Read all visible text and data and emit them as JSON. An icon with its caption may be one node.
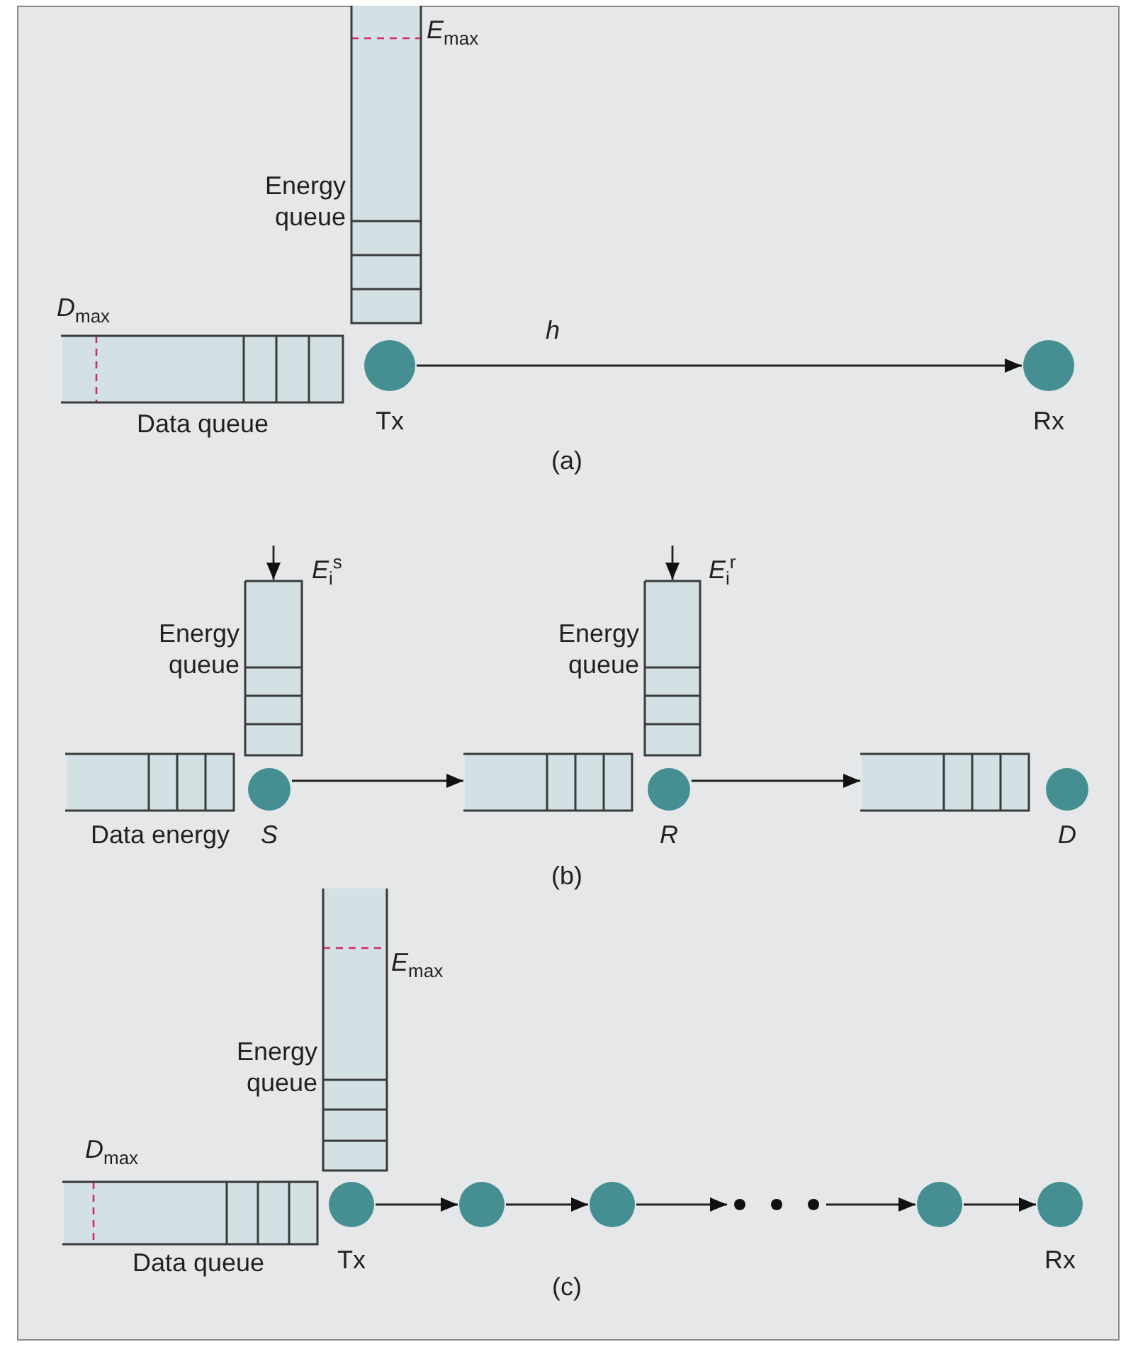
{
  "diagram": {
    "nodes": [
      {
        "text": [
          "Energy queue"
        ],
        "beside": [
          "*E*$_{max}$"
        ]
      },
      {
        "text": [
          "Data queue"
        ],
        "beside": [
          "*D*$_{max}$"
        ]
      },
      {
        "text": [
          "Tx"
        ]
      },
      {
        "text": [
          "Rx"
        ]
      },
      {
        "text": [
          "Energy queue"
        ]
      },
      {
        "text": [
          "Data energy"
        ]
      },
      {
        "text": [
          "S"
        ]
      },
      {
        "text": [
          "Energy queue"
        ]
      },
      {
        "text": [],
        "shape": "box"
      },
      {
        "text": [
          "R"
        ]
      },
      {
        "text": [],
        "shape": "box"
      },
      {
        "text": [
          "D"
        ]
      },
      {
        "text": [
          "Energy queue"
        ],
        "beside": [
          "*E*$_{max}$"
        ]
      },
      {
        "text": [
          "Data queue"
        ],
        "beside": [
          "*D*$_{max}$"
        ]
      },
      {
        "text": [
          "Tx"
        ]
      },
      {
        "text": [],
        "shape": "circle"
      },
      {
        "text": [],
        "shape": "circle"
      },
      {
        "text": [],
        "shape": "dots"
      },
      {
        "text": [],
        "shape": "circle"
      },
      {
        "text": [
          "Rx"
        ]
      }
    ],
    "edges": [
      {
        "from": 2,
        "to": 3,
        "arrow": "to",
        "label": "h"
      },
      {
        "from": null,
        "to": 4,
        "arrow": "to",
        "label": "E$_{i}$$^{s}$"
      },
      {
        "from": null,
        "to": 7,
        "arrow": "to",
        "label": "E$_{i}$$^{r}$"
      },
      {
        "from": 6,
        "to": 8,
        "arrow": "to"
      },
      {
        "from": 9,
        "to": 10,
        "arrow": "to"
      },
      {
        "from": 14,
        "to": 15,
        "arrow": "to"
      },
      {
        "from": 15,
        "to": 16,
        "arrow": "to"
      },
      {
        "from": 16,
        "to": 17,
        "arrow": "to"
      },
      {
        "from": 17,
        "to": 18,
        "arrow": "to"
      },
      {
        "from": 18,
        "to": 19,
        "arrow": "to"
      }
    ],
    "labels": [
      "(a)",
      "(b)",
      "(c)"
    ]
  }
}
